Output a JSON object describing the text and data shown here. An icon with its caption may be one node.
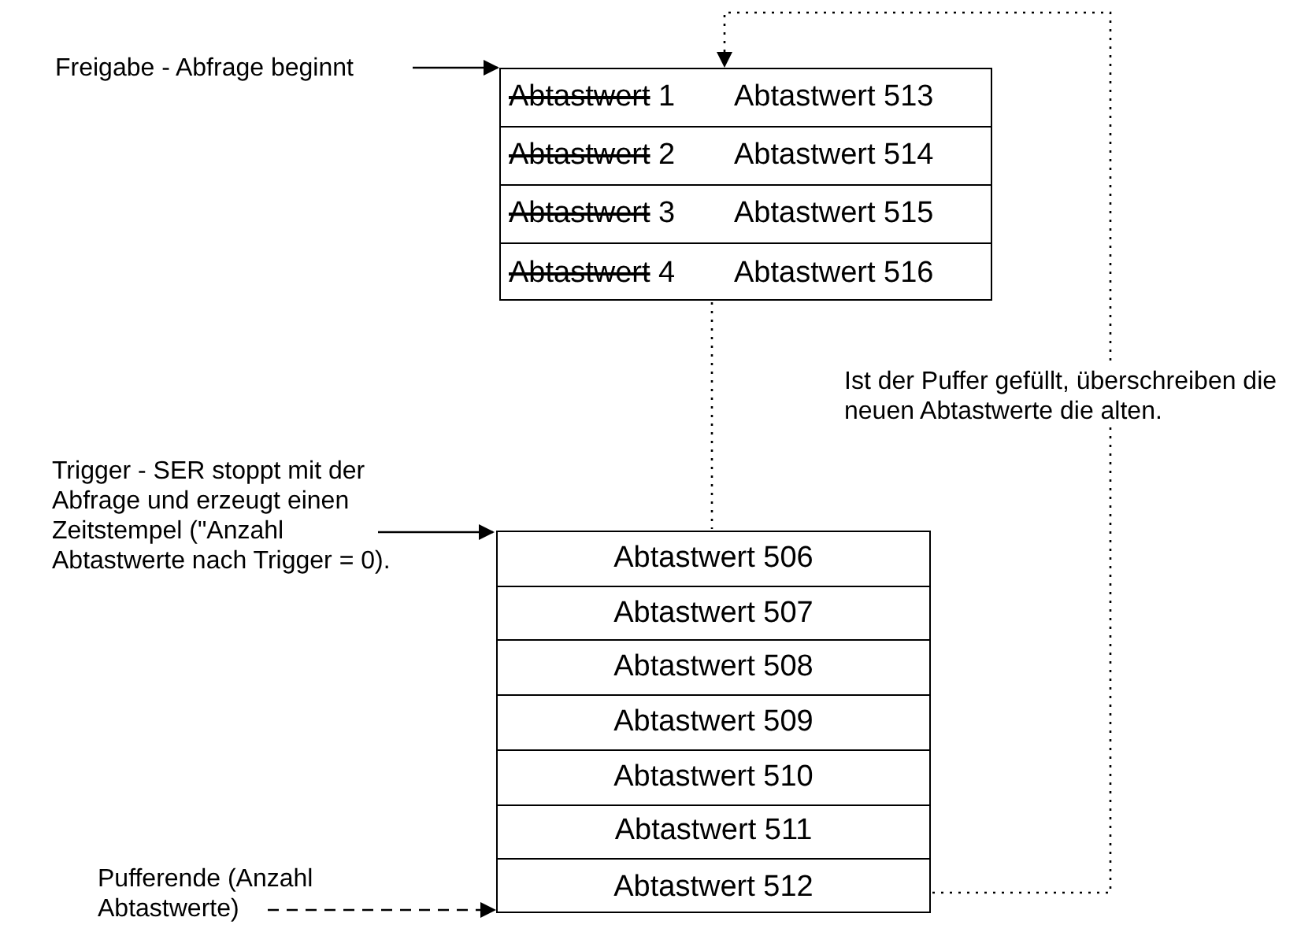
{
  "diagram": {
    "nodes": [
      {
        "text": [
          "Freigabe - Abfrage beginnt"
        ]
      },
      {
        "text": [],
        "shape": "box"
      },
      {
        "text": [
          "Abtastwert 1",
          "Abtastwert 513"
        ],
        "in": 1
      },
      {
        "text": [
          "Abtastwert 2",
          "Abtastwert 514"
        ],
        "in": 1
      },
      {
        "text": [
          "Abtastwert 3",
          "Abtastwert 515"
        ],
        "in": 1
      },
      {
        "text": [
          "Abtastwert 4",
          "Abtastwert 516"
        ],
        "in": 1
      },
      {
        "text": [
          "Trigger - SER stoppt mit der Abfrage und erzeugt einen Zeitstempel (\"Anzahl Abtastwerte nach Trigger = 0)."
        ]
      },
      {
        "text": [],
        "shape": "box"
      },
      {
        "text": [
          "Abtastwert 506"
        ],
        "in": 7
      },
      {
        "text": [
          "Abtastwert 507"
        ],
        "in": 7
      },
      {
        "text": [
          "Abtastwert 508"
        ],
        "in": 7
      },
      {
        "text": [
          "Abtastwert 509"
        ],
        "in": 7
      },
      {
        "text": [
          "Abtastwert 510"
        ],
        "in": 7
      },
      {
        "text": [
          "Abtastwert 511"
        ],
        "in": 7
      },
      {
        "text": [
          "Abtastwert 512"
        ],
        "in": 7
      },
      {
        "text": [
          "Pufferende (Anzahl Abtastwerte)"
        ]
      }
    ],
    "edges": [
      {
        "from": 0,
        "to": 1,
        "arrow": "to"
      },
      {
        "from": 7,
        "to": 1,
        "arrow": "to",
        "style": "dashed"
      },
      {
        "from": 1,
        "to": 7,
        "arrow": "none",
        "style": "dashed"
      },
      {
        "from": 6,
        "to": 7,
        "arrow": "to"
      },
      {
        "from": 15,
        "to": 7,
        "arrow": "to",
        "style": "dashed"
      }
    ],
    "labels": [
      "Ist der Puffer gefüllt, überschreiben die neuen Abtastwerte die alten."
    ]
  }
}
